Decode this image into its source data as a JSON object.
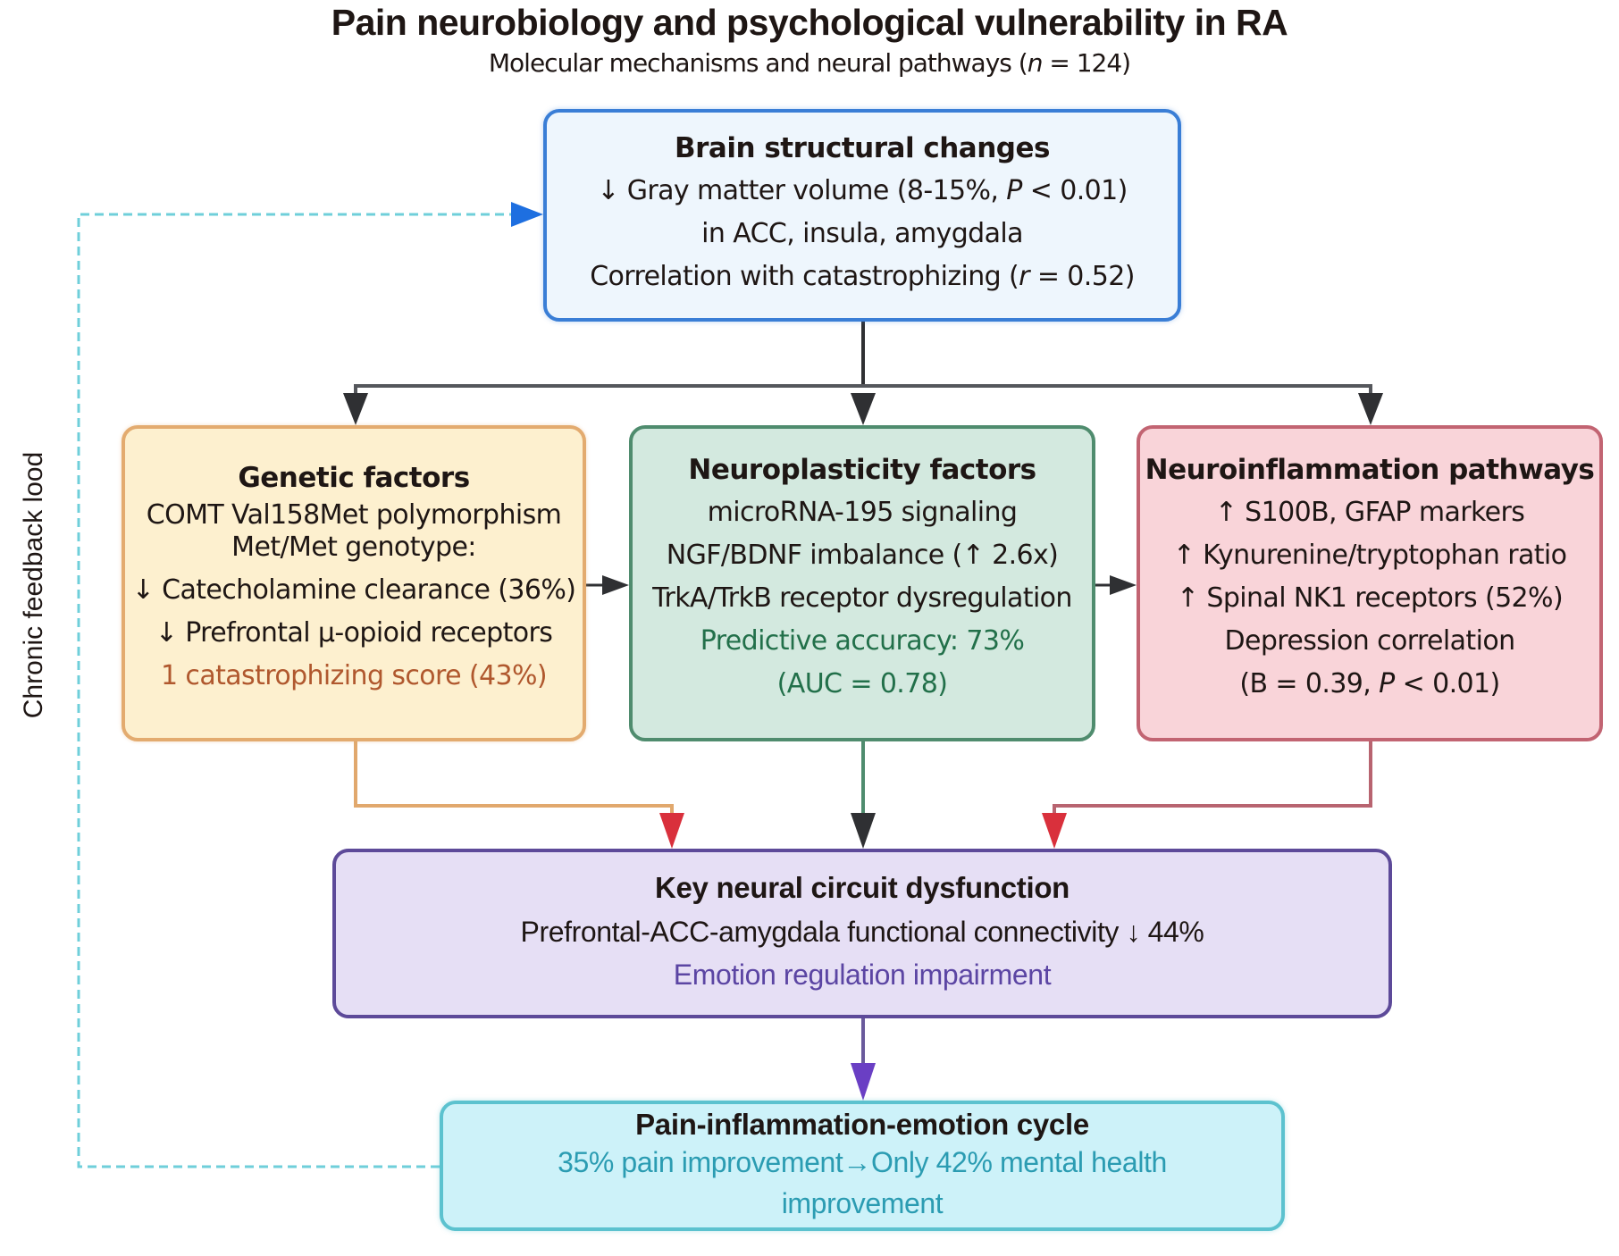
{
  "title": "Pain neurobiology and psychological vulnerability in RA",
  "subtitle": {
    "prefix": "Molecular mechanisms and neural pathways (",
    "n_symbol": "n",
    "suffix": " = 124)"
  },
  "colors": {
    "brain_border": "#3a7ed6",
    "genetic_border": "#e3ab6f",
    "neuro_border": "#4f8c6e",
    "inflam_border": "#c26472",
    "circuit_border": "#5d4a99",
    "cycle_border": "#5cc2cf",
    "genetic_highlight": "#b0582e",
    "neuro_highlight": "#22704a",
    "circuit_highlight": "#5b45a3",
    "cycle_highlight": "#2b9cb2",
    "feedback_arrow": "#1e6fe0",
    "red_arrow": "#d9303c"
  },
  "feedback_label": "Chronic feedback lood",
  "nodes": {
    "brain": {
      "title": "Brain structural changes",
      "lines": [
        {
          "pre": "↓ Gray matter volume (8-15%, ",
          "ital": "P",
          "post": " < 0.01)"
        },
        {
          "pre": "in ACC, insula, amygdala",
          "ital": "",
          "post": ""
        },
        {
          "pre": "Correlation with catastrophizing (",
          "ital": "r",
          "post": " = 0.52)"
        }
      ]
    },
    "genetic": {
      "title": "Genetic factors",
      "lines": [
        "COMT Val158Met polymorphism",
        "Met/Met genotype:",
        "↓ Catecholamine clearance (36%)",
        "↓ Prefrontal μ-opioid receptors"
      ],
      "highlight": "1 catastrophizing score (43%)"
    },
    "neuro": {
      "title": "Neuroplasticity factors",
      "lines": [
        "microRNA-195 signaling",
        "NGF/BDNF imbalance (↑ 2.6x)",
        "TrkA/TrkB receptor dysregulation"
      ],
      "highlight": [
        "Predictive accuracy: 73%",
        "(AUC = 0.78)"
      ]
    },
    "inflam": {
      "title": "Neuroinflammation pathways",
      "lines": [
        "↑ S100B, GFAP markers",
        "↑ Kynurenine/tryptophan ratio",
        "↑ Spinal NK1 receptors (52%)",
        "Depression correlation"
      ],
      "last": {
        "pre": "(B = 0.39, ",
        "ital": "P",
        "post": " < 0.01)"
      }
    },
    "circuit": {
      "title": "Key neural circuit dysfunction",
      "line": "Prefrontal-ACC-amygdala functional connectivity ↓ 44%",
      "highlight": "Emotion regulation impairment"
    },
    "cycle": {
      "title": "Pain-inflammation-emotion cycle",
      "highlight": [
        "35% pain improvement→Only 42% mental health",
        "improvement"
      ]
    }
  }
}
